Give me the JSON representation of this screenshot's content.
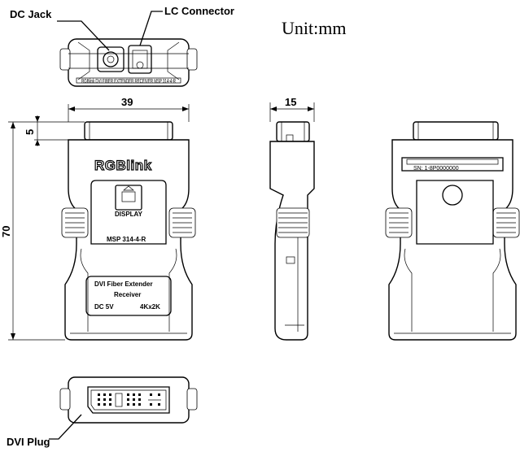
{
  "labels": {
    "dc_jack": "DC Jack",
    "lc_connector": "LC Connector",
    "dvi_plug": "DVI Plug",
    "unit": "Unit:mm"
  },
  "dimensions": {
    "width": "39",
    "depth": "15",
    "height": "70",
    "connector_height": "5"
  },
  "device": {
    "brand": "RGBlink",
    "display_button": "DISPLAY",
    "model": "MSP 314-4-R",
    "label_line1": "DVI Fiber Extender",
    "label_line2": "Receiver",
    "power": "DC 5V",
    "resolution": "4Kx2K",
    "serial": "SN: 1-8P0000000",
    "top_strip": "RGBlink DVI FIBER EXTENDER RECEIVER  MSP 314-4-R"
  }
}
